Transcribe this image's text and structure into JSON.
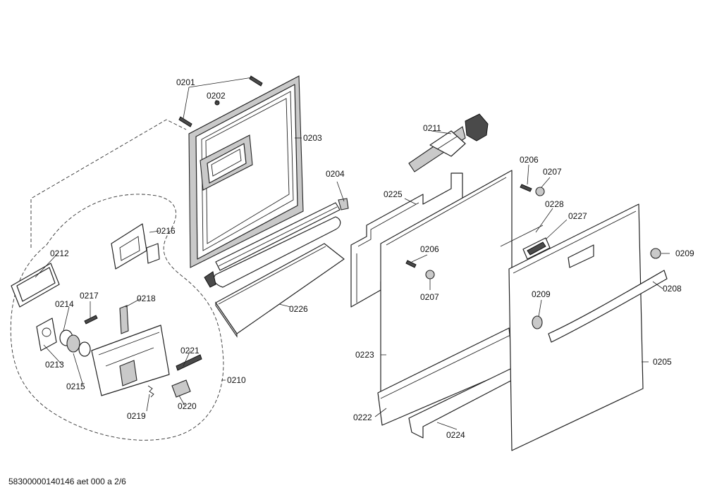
{
  "callouts": {
    "c0201": "0201",
    "c0202": "0202",
    "c0203": "0203",
    "c0204": "0204",
    "c0205": "0205",
    "c0206a": "0206",
    "c0206b": "0206",
    "c0207a": "0207",
    "c0207b": "0207",
    "c0208": "0208",
    "c0209a": "0209",
    "c0209b": "0209",
    "c0210": "0210",
    "c0211": "0211",
    "c0212": "0212",
    "c0213": "0213",
    "c0214": "0214",
    "c0215": "0215",
    "c0216": "0216",
    "c0217": "0217",
    "c0218": "0218",
    "c0219": "0219",
    "c0220": "0220",
    "c0221": "0221",
    "c0222": "0222",
    "c0223": "0223",
    "c0224": "0224",
    "c0225": "0225",
    "c0226": "0226",
    "c0227": "0227",
    "c0228": "0228"
  },
  "footer": {
    "reference": "58300000140146 aet 000 a 2/6"
  }
}
